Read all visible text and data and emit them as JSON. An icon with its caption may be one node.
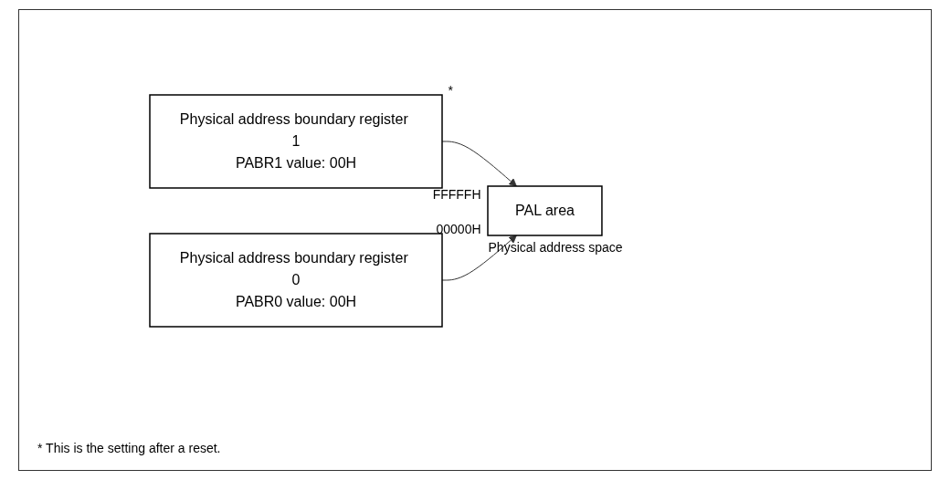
{
  "diagram": {
    "caption": "* This is the setting after a reset.",
    "nodes": [
      {
        "text": [
          "Physical address boundary register 1",
          "PABR1 value: 00H"
        ],
        "beside": [
          "*"
        ]
      },
      {
        "text": [
          "Physical address boundary register 0",
          "PABR0 value: 00H"
        ]
      },
      {
        "text": [
          "PAL area"
        ],
        "beside": [
          "Physical address space"
        ]
      }
    ],
    "edges": [
      {
        "from": 0,
        "to": 2,
        "arrow": "to"
      },
      {
        "from": 1,
        "to": 2,
        "arrow": "to"
      }
    ],
    "labels": [
      "FFFFFH",
      "00000H"
    ]
  }
}
